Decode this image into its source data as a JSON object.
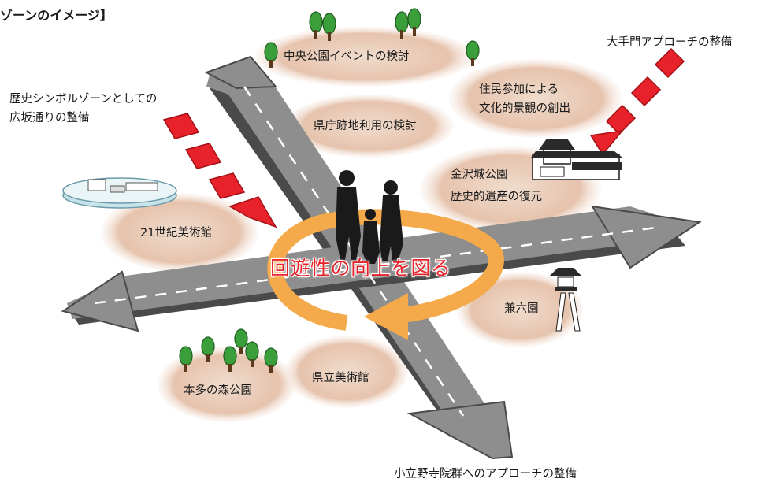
{
  "title": "ゾーンのイメージ】",
  "center_text": "回遊性の向上を図る",
  "zones": {
    "central_park_event": "中央公園イベントの検討",
    "prefectural_office_site": "県庁跡地利用の検討",
    "resident_participation_line1": "住民参加による",
    "resident_participation_line2": "文化的景観の創出",
    "kanazawa_castle_line1": "金沢城公園",
    "kanazawa_castle_line2": "歴史的遺産の復元",
    "museum_21c": "21世紀美術館",
    "kenrokuen": "兼六園",
    "honda_forest": "本多の森公園",
    "prefectural_museum": "県立美術館"
  },
  "annotations": {
    "hirosaka_line1": "歴史シンボルゾーンとしての",
    "hirosaka_line2": "広坂通りの整備",
    "otemon": "大手門アプローチの整備",
    "koritsuno": "小立野寺院群へのアプローチの整備"
  },
  "colors": {
    "zone_fill": "#e8c9b4",
    "road_top": "#8a8a8a",
    "road_side": "#4a4a4a",
    "arrow_red": "#e8222a",
    "circle_orange": "#f4a94a",
    "tree_green": "#3a9e3a"
  }
}
